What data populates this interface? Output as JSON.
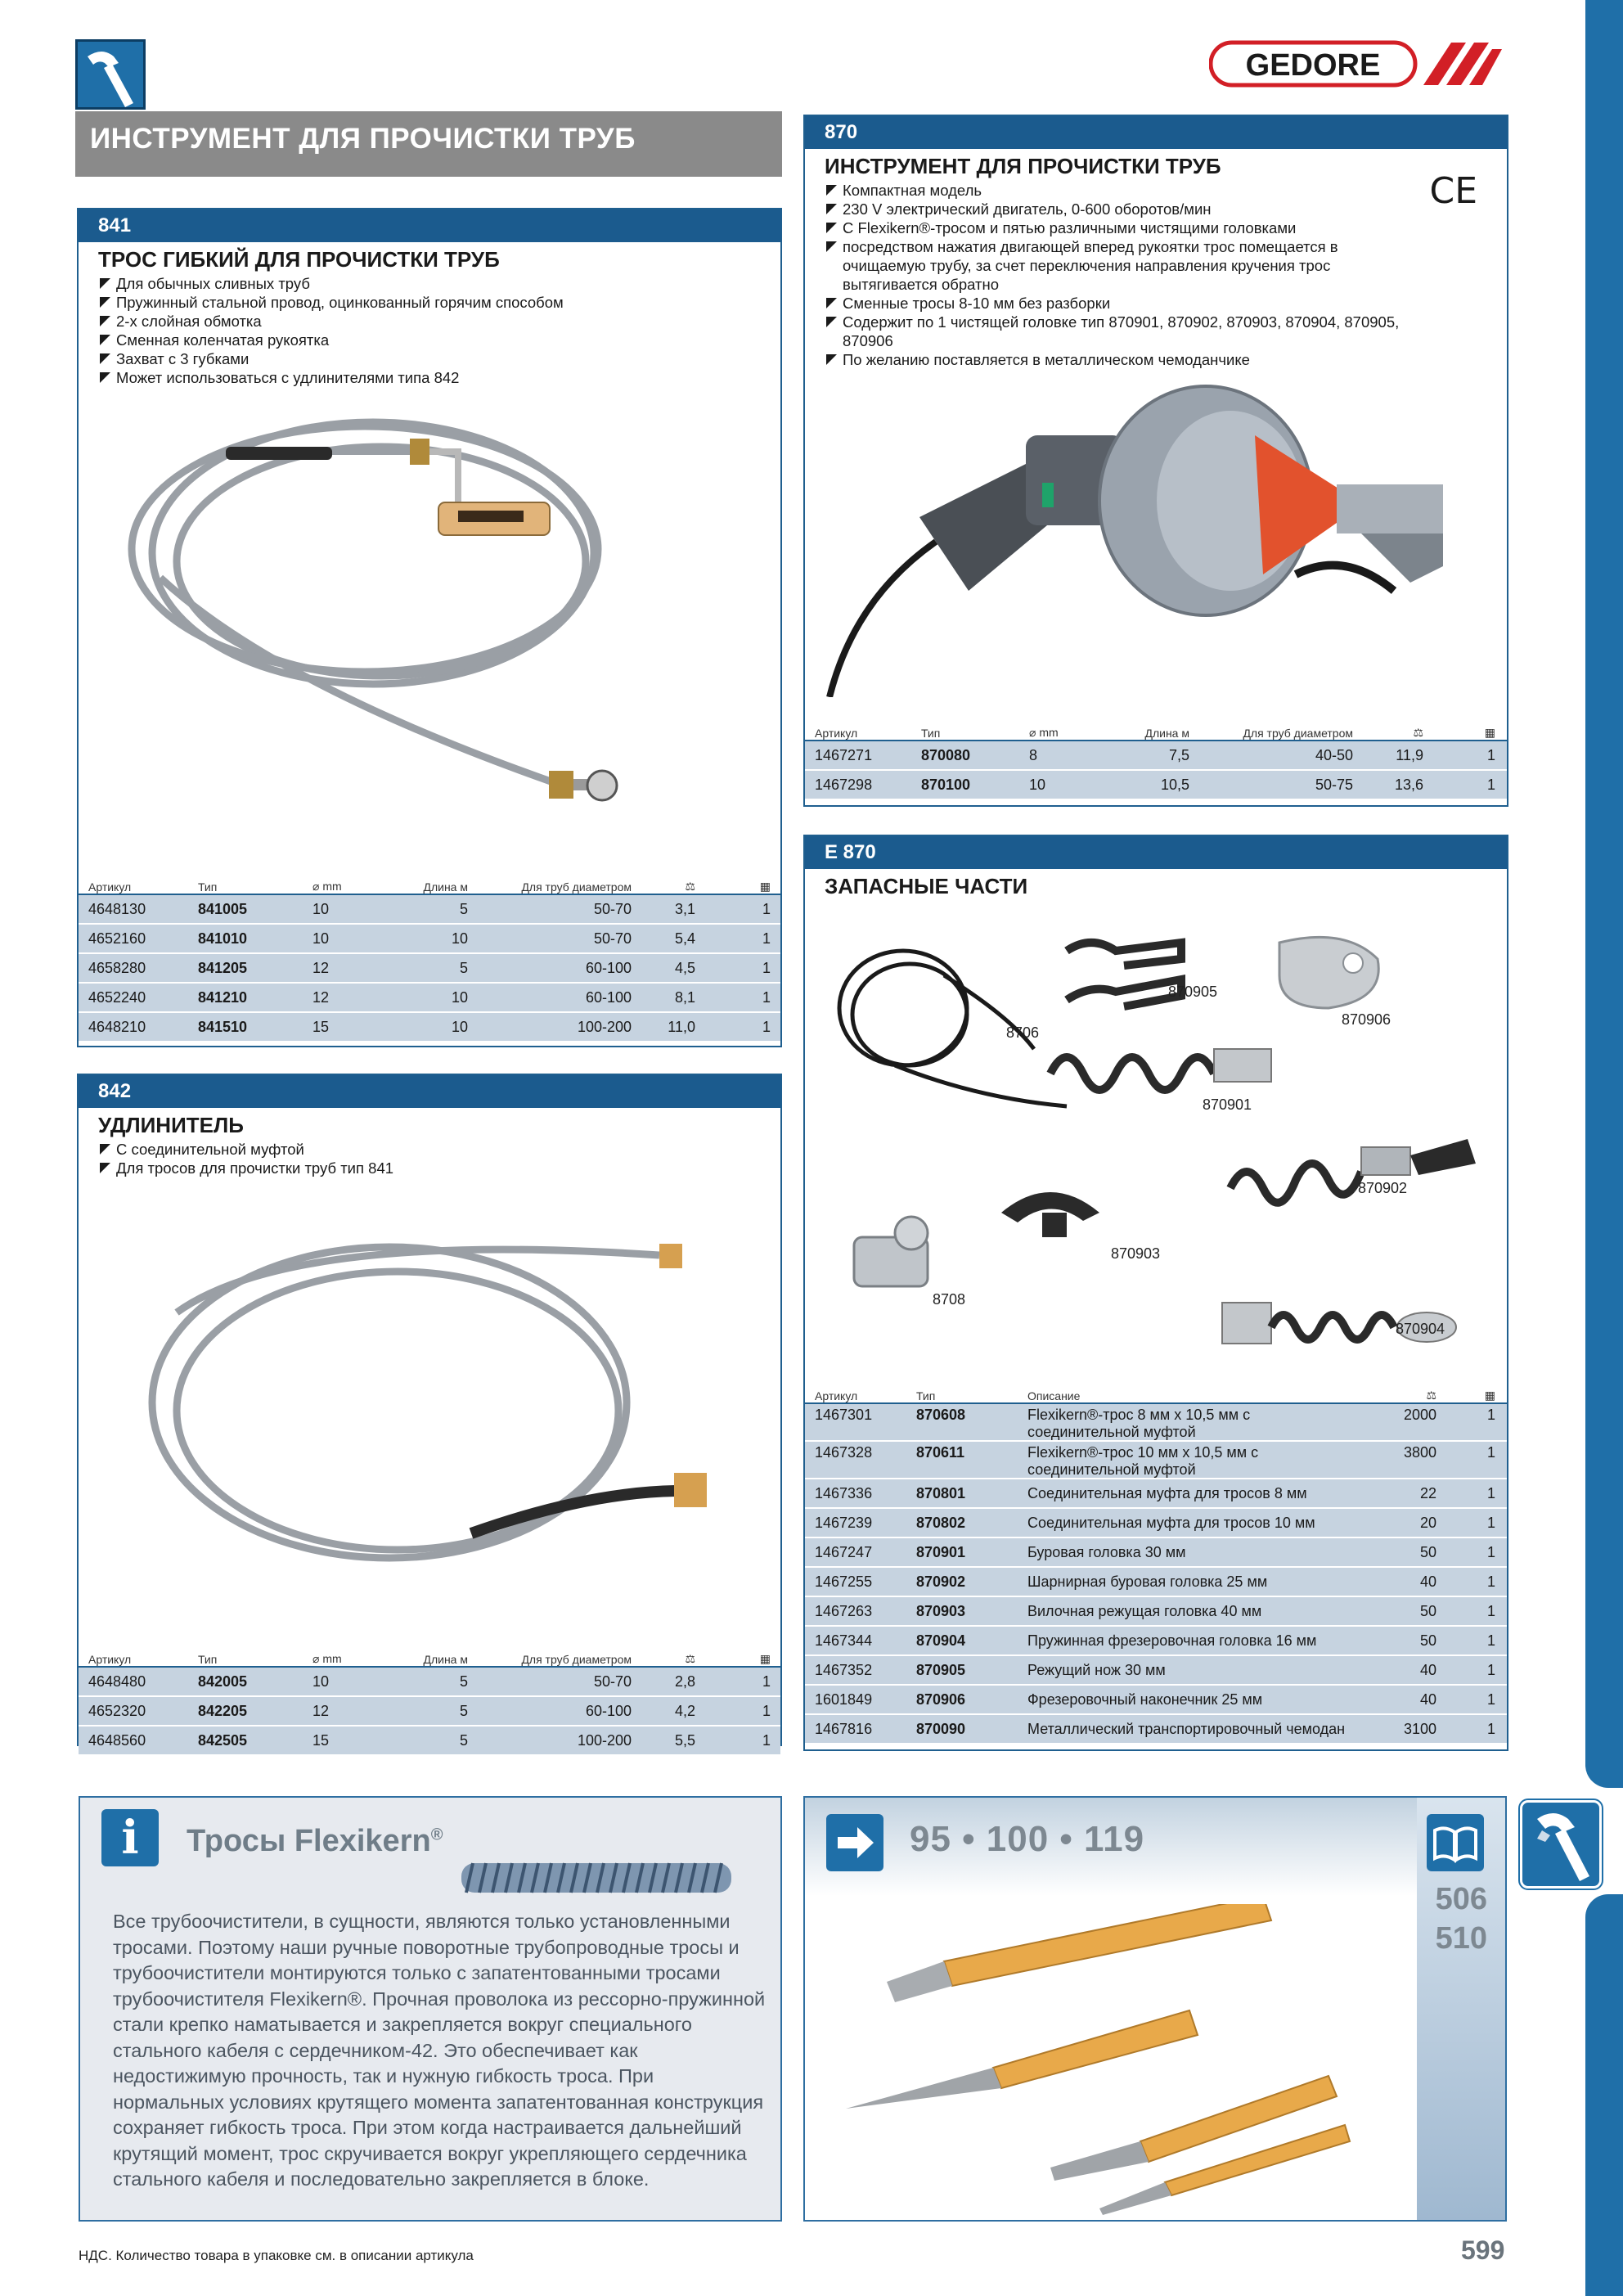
{
  "brand": "GEDORE",
  "page_title": "ИНСТРУМЕНТ ДЛЯ ПРОЧИСТКИ ТРУБ",
  "icons": {
    "category": "pipe-wrench-icon",
    "info": "info-icon",
    "arrow": "arrow-right-icon",
    "book": "book-icon",
    "weight": "scale-icon",
    "pack": "package-icon",
    "diameter": "diameter-icon",
    "ce": "ce-mark"
  },
  "colors": {
    "section": "#1b5b8e",
    "row": "#c6d3e0",
    "title_bar": "#8a8a8a",
    "logo_red": "#d21f26"
  },
  "s841": {
    "code": "841",
    "title": "ТРОС ГИБКИЙ ДЛЯ ПРОЧИСТКИ ТРУБ",
    "bullets": [
      "Для обычных сливных труб",
      "Пружинный стальной провод, оцинкованный горячим способом",
      "2-х слойная обмотка",
      "Сменная коленчатая рукоятка",
      "Захват с 3 губками",
      "Может использоваться с удлинителями типа 842"
    ],
    "headers": {
      "article": "Артикул",
      "type": "Тип",
      "diameter": "⌀ mm",
      "length": "Длина м",
      "pipe": "Для труб диаметром"
    },
    "rows": [
      {
        "article": "4648130",
        "type": "841005",
        "diameter": "10",
        "length": "5",
        "pipe": "50-70",
        "weight": "3,1",
        "pack": "1"
      },
      {
        "article": "4652160",
        "type": "841010",
        "diameter": "10",
        "length": "10",
        "pipe": "50-70",
        "weight": "5,4",
        "pack": "1"
      },
      {
        "article": "4658280",
        "type": "841205",
        "diameter": "12",
        "length": "5",
        "pipe": "60-100",
        "weight": "4,5",
        "pack": "1"
      },
      {
        "article": "4652240",
        "type": "841210",
        "diameter": "12",
        "length": "10",
        "pipe": "60-100",
        "weight": "8,1",
        "pack": "1"
      },
      {
        "article": "4648210",
        "type": "841510",
        "diameter": "15",
        "length": "10",
        "pipe": "100-200",
        "weight": "11,0",
        "pack": "1"
      }
    ]
  },
  "s842": {
    "code": "842",
    "title": "УДЛИНИТЕЛЬ",
    "bullets": [
      "С соединительной муфтой",
      "Для тросов для прочистки труб тип 841"
    ],
    "headers": {
      "article": "Артикул",
      "type": "Тип",
      "diameter": "⌀ mm",
      "length": "Длина м",
      "pipe": "Для труб диаметром"
    },
    "rows": [
      {
        "article": "4648480",
        "type": "842005",
        "diameter": "10",
        "length": "5",
        "pipe": "50-70",
        "weight": "2,8",
        "pack": "1"
      },
      {
        "article": "4652320",
        "type": "842205",
        "diameter": "12",
        "length": "5",
        "pipe": "60-100",
        "weight": "4,2",
        "pack": "1"
      },
      {
        "article": "4648560",
        "type": "842505",
        "diameter": "15",
        "length": "5",
        "pipe": "100-200",
        "weight": "5,5",
        "pack": "1"
      }
    ]
  },
  "s870": {
    "code": "870",
    "title": "ИНСТРУМЕНТ ДЛЯ ПРОЧИСТКИ ТРУБ",
    "ce": "CE",
    "bullets": [
      "Компактная модель",
      "230 V электрический двигатель, 0-600 оборотов/мин",
      "С Flexikern®-тросом и пятью различными чистящими головками",
      "посредством нажатия двигающей вперед рукоятки трос помещается в очищаемую трубу, за счет переключения направления кручения трос вытягивается обратно",
      "Сменные тросы 8-10 мм без разборки",
      "Содержит по 1 чистящей головке тип 870901, 870902, 870903, 870904, 870905, 870906",
      "По желанию поставляется в металлическом чемоданчике"
    ],
    "headers": {
      "article": "Артикул",
      "type": "Тип",
      "diameter": "⌀ mm",
      "length": "Длина м",
      "pipe": "Для труб диаметром"
    },
    "rows": [
      {
        "article": "1467271",
        "type": "870080",
        "diameter": "8",
        "length": "7,5",
        "pipe": "40-50",
        "weight": "11,9",
        "pack": "1"
      },
      {
        "article": "1467298",
        "type": "870100",
        "diameter": "10",
        "length": "10,5",
        "pipe": "50-75",
        "weight": "13,6",
        "pack": "1"
      }
    ]
  },
  "se870": {
    "code": "E 870",
    "title": "ЗАПАСНЫЕ ЧАСТИ",
    "captions": [
      "8706",
      "870905",
      "870906",
      "870901",
      "870902",
      "870903",
      "8708",
      "870904"
    ],
    "headers": {
      "article": "Артикул",
      "type": "Тип",
      "desc": "Описание"
    },
    "rows": [
      {
        "article": "1467301",
        "type": "870608",
        "desc": "Flexikern®-трос 8 мм x 10,5 мм с соединительной муфтой",
        "weight": "2000",
        "pack": "1"
      },
      {
        "article": "1467328",
        "type": "870611",
        "desc": "Flexikern®-трос 10 мм x 10,5 мм с соединительной муфтой",
        "weight": "3800",
        "pack": "1"
      },
      {
        "article": "1467336",
        "type": "870801",
        "desc": "Соединительная муфта для тросов 8 мм",
        "weight": "22",
        "pack": "1"
      },
      {
        "article": "1467239",
        "type": "870802",
        "desc": "Соединительная муфта для тросов 10 мм",
        "weight": "20",
        "pack": "1"
      },
      {
        "article": "1467247",
        "type": "870901",
        "desc": "Буровая головка 30 мм",
        "weight": "50",
        "pack": "1"
      },
      {
        "article": "1467255",
        "type": "870902",
        "desc": "Шарнирная буровая головка 25 мм",
        "weight": "40",
        "pack": "1"
      },
      {
        "article": "1467263",
        "type": "870903",
        "desc": "Вилочная режущая головка 40 мм",
        "weight": "50",
        "pack": "1"
      },
      {
        "article": "1467344",
        "type": "870904",
        "desc": "Пружинная фрезеровочная головка 16 мм",
        "weight": "50",
        "pack": "1"
      },
      {
        "article": "1467352",
        "type": "870905",
        "desc": "Режущий нож 30 мм",
        "weight": "40",
        "pack": "1"
      },
      {
        "article": "1601849",
        "type": "870906",
        "desc": "Фрезеровочный наконечник 25 мм",
        "weight": "40",
        "pack": "1"
      },
      {
        "article": "1467816",
        "type": "870090",
        "desc": "Металлический транспортировочный чемодан",
        "weight": "3100",
        "pack": "1"
      }
    ]
  },
  "info": {
    "title": "Тросы Flexikern",
    "reg": "®",
    "text": "Все трубоочистители, в сущности, являются только установленными тросами. Поэтому наши ручные поворотные трубопроводные тросы и трубоочистители монтируются только с запатентованными тросами трубоочистителя Flexikern®. Прочная проволока из рессорно-пружинной стали крепко наматывается и закрепляется вокруг специального стального кабеля с сердечником-42. Это обеспечивает как недостижимую прочность, так и нужную гибкость троса. При нормальных условиях крутящего момента запатентованная конструкция сохраняет гибкость троса. При этом когда настраивается дальнейший крутящий момент, трос скручивается вокруг укрепляющего сердечника стального кабеля и последовательно закрепляется в блоке."
  },
  "refs": {
    "numbers": "95 • 100 • 119",
    "pages": [
      "506",
      "510"
    ]
  },
  "footer": {
    "note": "НДС. Количество товара в упаковке см. в описании артикула",
    "page": "599"
  }
}
